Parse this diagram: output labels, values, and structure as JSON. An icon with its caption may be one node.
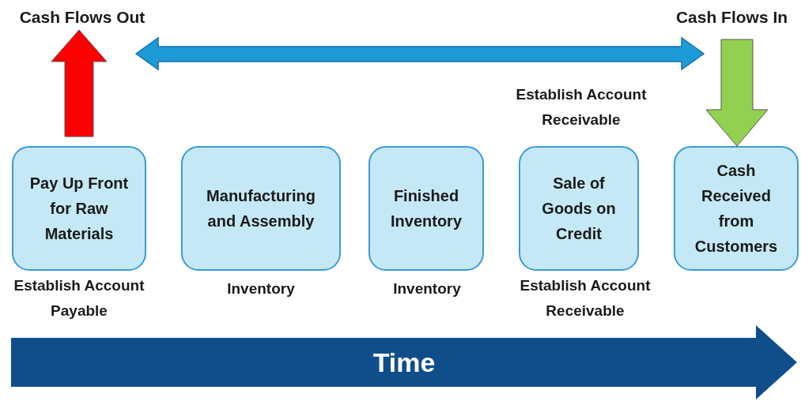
{
  "diagram": {
    "nodes": [
      {
        "text": [
          "Cash Flows Out"
        ]
      },
      {
        "text": [
          "Cash Flows In"
        ]
      },
      {
        "text": [
          "Pay Up Front for Raw Materials"
        ],
        "beside": [
          "Establish Account Payable"
        ]
      },
      {
        "text": [
          "Manufacturing and Assembly"
        ],
        "beside": [
          "Inventory"
        ]
      },
      {
        "text": [
          "Finished Inventory"
        ],
        "beside": [
          "Inventory"
        ]
      },
      {
        "text": [
          "Sale of Goods on Credit"
        ],
        "beside": [
          "Establish Account Receivable",
          "Establish Account Receivable"
        ]
      },
      {
        "text": [
          "Cash Received from Customers"
        ]
      },
      {
        "text": [
          "Time"
        ]
      }
    ],
    "edges": [
      {
        "from": 2,
        "to": 0,
        "arrow": "to",
        "style": "thick",
        "color": "#ff0000"
      },
      {
        "from": 1,
        "to": 6,
        "arrow": "to",
        "style": "thick",
        "color": "#92d050"
      }
    ]
  }
}
